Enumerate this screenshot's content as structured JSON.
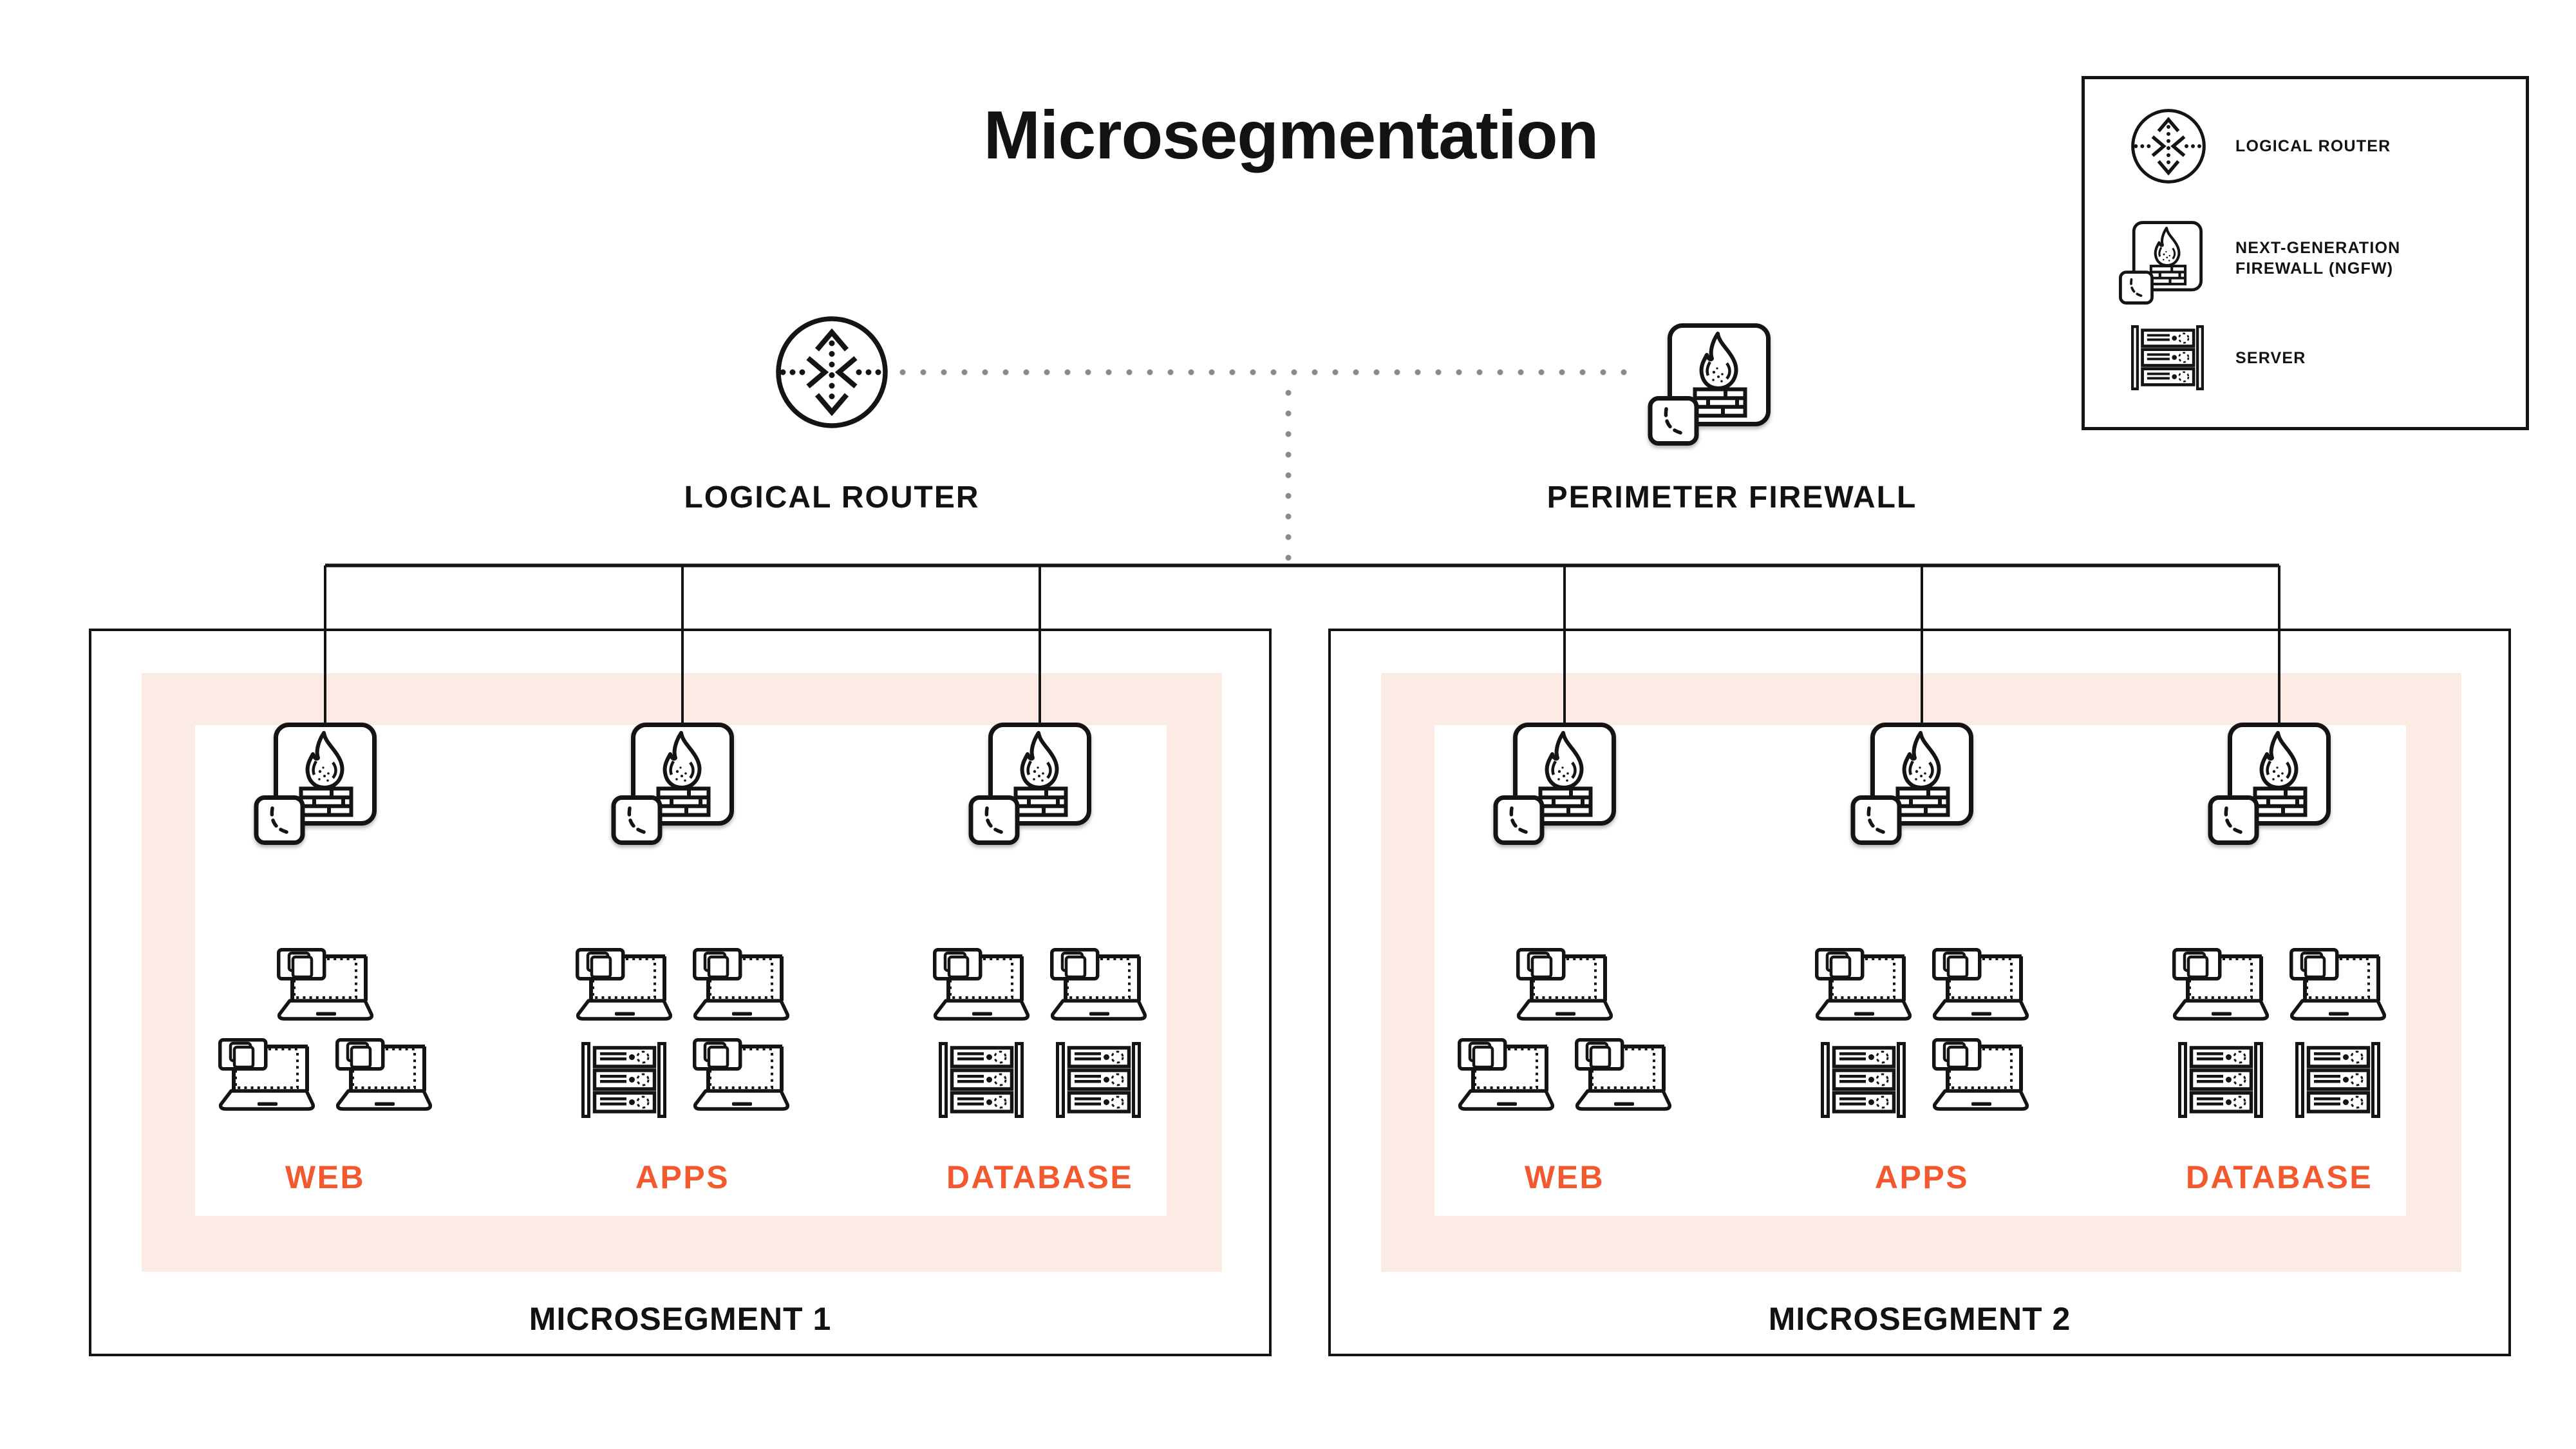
{
  "title": "Microsegmentation",
  "nodes": {
    "logical_router": {
      "label": "LOGICAL ROUTER",
      "icon": "logical-router-icon"
    },
    "perimeter_firewall": {
      "label": "PERIMETER FIREWALL",
      "icon": "ngfw-icon"
    }
  },
  "legend": {
    "items": [
      {
        "label": "LOGICAL ROUTER",
        "icon": "logical-router-icon"
      },
      {
        "label": "NEXT-GENERATION FIREWALL (NGFW)",
        "icon": "ngfw-icon"
      },
      {
        "label": "SERVER",
        "icon": "server-icon"
      }
    ]
  },
  "microsegments": [
    {
      "name": "MICROSEGMENT 1",
      "columns": [
        {
          "label": "WEB",
          "firewall": "ngfw-icon",
          "devices": [
            "laptop",
            "laptop",
            "laptop"
          ]
        },
        {
          "label": "APPS",
          "firewall": "ngfw-icon",
          "devices": [
            "laptop",
            "laptop",
            "server",
            "laptop"
          ]
        },
        {
          "label": "DATABASE",
          "firewall": "ngfw-icon",
          "devices": [
            "laptop",
            "laptop",
            "server",
            "server"
          ]
        }
      ]
    },
    {
      "name": "MICROSEGMENT 2",
      "columns": [
        {
          "label": "WEB",
          "firewall": "ngfw-icon",
          "devices": [
            "laptop",
            "laptop",
            "laptop"
          ]
        },
        {
          "label": "APPS",
          "firewall": "ngfw-icon",
          "devices": [
            "laptop",
            "laptop",
            "server",
            "laptop"
          ]
        },
        {
          "label": "DATABASE",
          "firewall": "ngfw-icon",
          "devices": [
            "laptop",
            "laptop",
            "server",
            "server"
          ]
        }
      ]
    }
  ],
  "colors": {
    "accent_orange": "#F4582E",
    "zone_pink": "#FCEAE5",
    "line_black": "#141414",
    "dotted_line_gray": "#8A8A8A"
  }
}
